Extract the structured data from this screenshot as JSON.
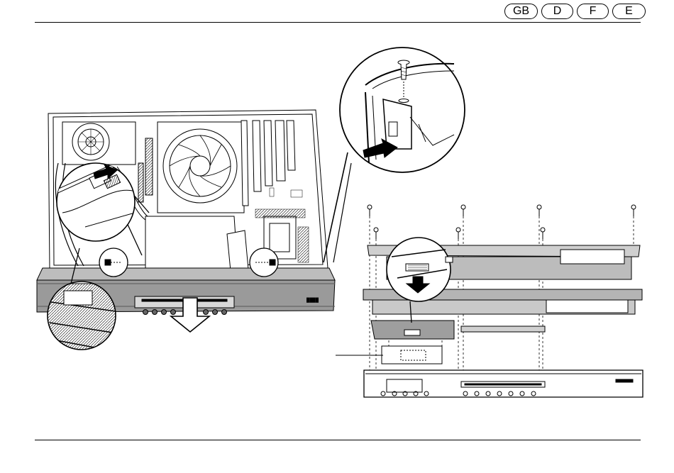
{
  "language_selector": {
    "options": [
      {
        "code": "GB",
        "label": "GB"
      },
      {
        "code": "D",
        "label": "D"
      },
      {
        "code": "F",
        "label": "F"
      },
      {
        "code": "E",
        "label": "E"
      }
    ]
  },
  "figure": {
    "description_icons": [
      "screw-icon",
      "pull-arrow-icon"
    ]
  },
  "colors": {
    "line": "#000000",
    "panel_fill": "#c8c8c8",
    "panel_dark": "#8a8a8a",
    "background": "#ffffff"
  }
}
